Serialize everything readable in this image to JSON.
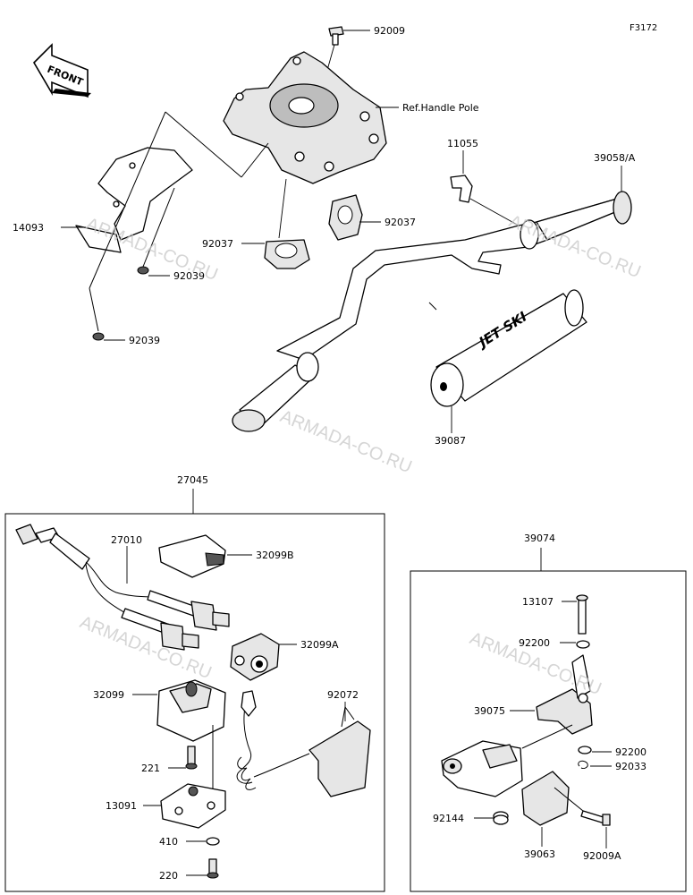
{
  "sheet_code": "F3172",
  "front_label": "FRONT",
  "reference_note": "Ref.Handle Pole",
  "brand_graphic": "JET SKI",
  "watermark": "ARMADA-CO.RU",
  "parts": {
    "p92009_top": "92009",
    "p11055": "11055",
    "p39058A": "39058/A",
    "p14093": "14093",
    "p92037_left": "92037",
    "p92037_right": "92037",
    "p92039_upper": "92039",
    "p92039_lower": "92039",
    "p39087": "39087",
    "p27045": "27045",
    "p27010": "27010",
    "p32099B": "32099B",
    "p32099A": "32099A",
    "p32099": "32099",
    "p92072": "92072",
    "p221": "221",
    "p13091": "13091",
    "p410": "410",
    "p220": "220",
    "p39074": "39074",
    "p13107": "13107",
    "p92200_upper": "92200",
    "p39075": "39075",
    "p92200_lower": "92200",
    "p92033": "92033",
    "p92144": "92144",
    "p39063": "39063",
    "p92009A": "92009A"
  },
  "colors": {
    "line": "#000000",
    "watermark": "#c8c8c8",
    "fill_light": "#e6e6e6"
  }
}
